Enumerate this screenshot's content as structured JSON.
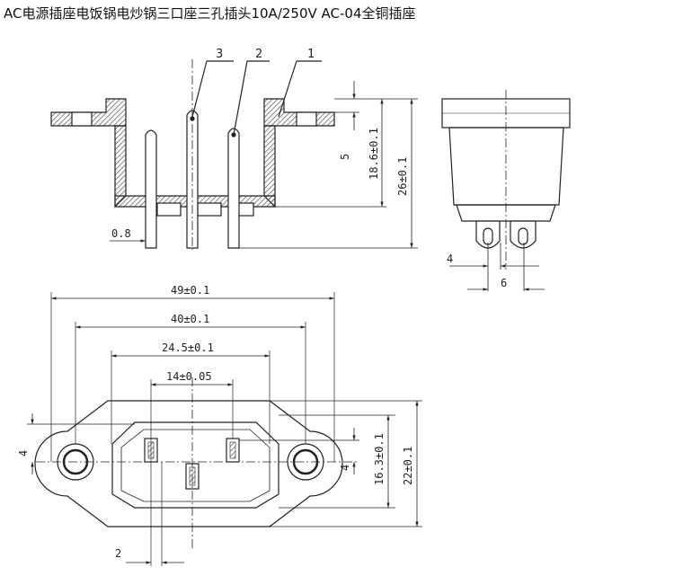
{
  "title": "AC电源插座电饭锅电炒锅三口座三孔插头10A/250V AC-04全铜插座",
  "side_view": {
    "part_labels": [
      "3",
      "2",
      "1"
    ],
    "dims": {
      "pin_width": "0.8",
      "flange": "5",
      "body_depth": "18.6±0.1",
      "total_depth": "26±0.1"
    }
  },
  "end_view": {
    "dims": {
      "pin_offset": "4",
      "pin_spacing": "6"
    }
  },
  "front_view": {
    "dims": {
      "overall_width": "49±0.1",
      "hole_spacing": "40±0.1",
      "body_width": "24.5±0.1",
      "pin_spacing": "14±0.05",
      "left_offset": "4",
      "right_offset": "4",
      "body_height": "16.3±0.1",
      "overall_height": "22±0.1",
      "pin_width": "2"
    }
  },
  "colors": {
    "line": "#222222",
    "hatch": "#555555"
  }
}
